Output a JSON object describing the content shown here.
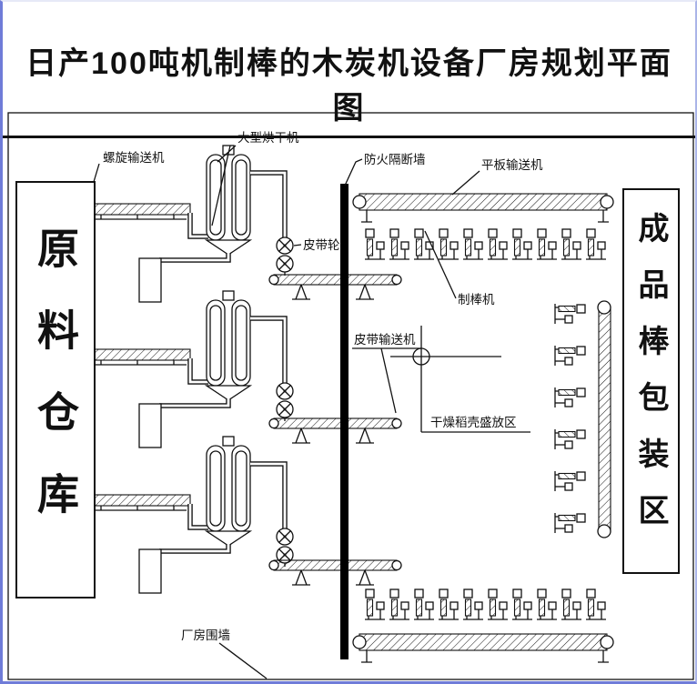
{
  "title": "日产100吨机制棒的木炭机设备厂房规划平面图",
  "zones": {
    "raw_material_warehouse": {
      "label": "原料仓库"
    },
    "finished_packaging": {
      "label": "成品棒包装区"
    }
  },
  "labels": {
    "screw_conveyor": "螺旋输送机",
    "large_dryer": "大型烘干机",
    "fire_partition_wall": "防火隔断墙",
    "flat_conveyor": "平板输送机",
    "belt_pulley": "皮带轮",
    "rod_machine": "制棒机",
    "belt_conveyor": "皮带输送机",
    "dry_husk_storage_area": "干燥稻壳盛放区",
    "factory_perimeter_wall": "厂房围墙"
  },
  "colors": {
    "line": "#111111",
    "wall": "#000000",
    "window_frame": "#6f7cd8"
  }
}
